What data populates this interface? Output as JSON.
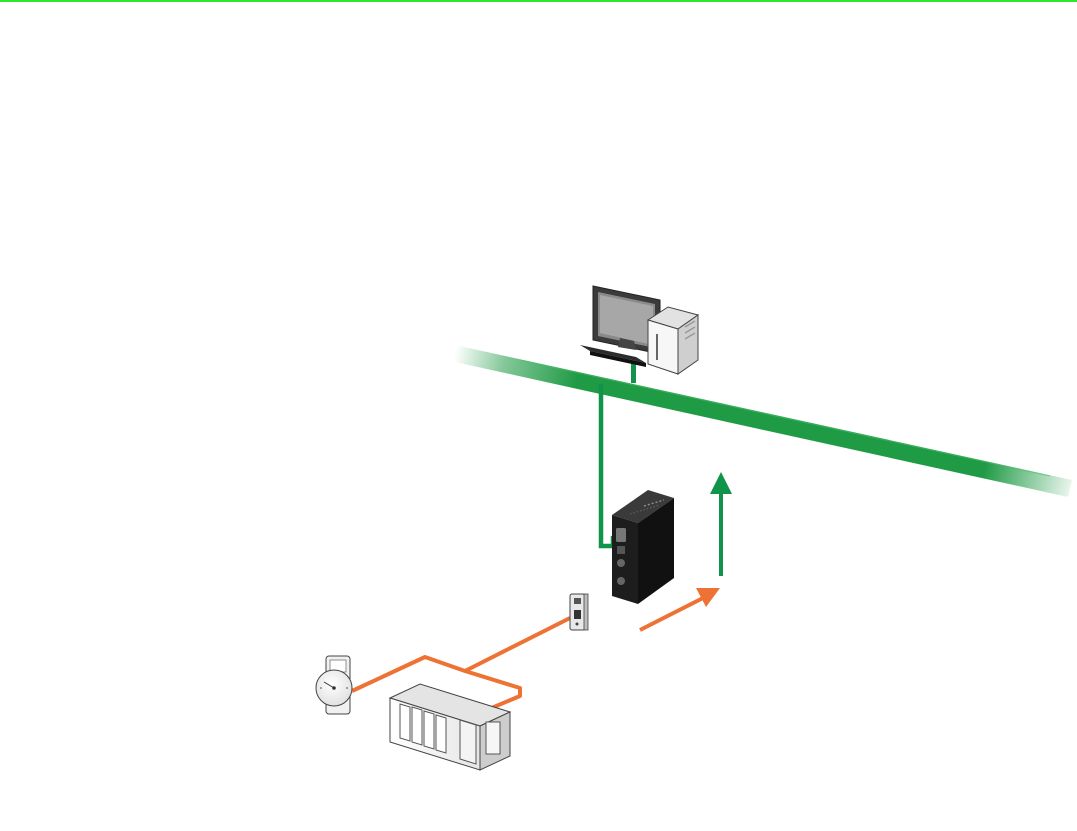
{
  "diagram": {
    "labels": [],
    "colors": {
      "top_rule": "#2ee82e",
      "ethernet_network": "#1f9a45",
      "ethernet_link": "#10944a",
      "serial_network": "#ee7233",
      "device_dark": "#151515",
      "device_light": "#f1f1f1",
      "outline": "#333333"
    },
    "nodes": [
      {
        "id": "pc",
        "icon": "desktop-computer-icon"
      },
      {
        "id": "gateway",
        "icon": "serial-to-ethernet-gateway-icon"
      },
      {
        "id": "converter",
        "icon": "serial-converter-icon"
      },
      {
        "id": "meter",
        "icon": "meter-icon"
      },
      {
        "id": "plc",
        "icon": "plc-rack-icon"
      }
    ],
    "links": [
      {
        "from": "pc",
        "to": "ethernet-backbone",
        "type": "ethernet"
      },
      {
        "from": "gateway",
        "to": "ethernet-backbone",
        "type": "ethernet"
      },
      {
        "from": "converter",
        "to": "meter",
        "type": "serial"
      },
      {
        "from": "converter",
        "to": "plc",
        "type": "serial"
      }
    ],
    "flow_arrows": [
      {
        "direction": "up",
        "type": "ethernet"
      },
      {
        "direction": "up-right",
        "type": "serial"
      }
    ]
  }
}
